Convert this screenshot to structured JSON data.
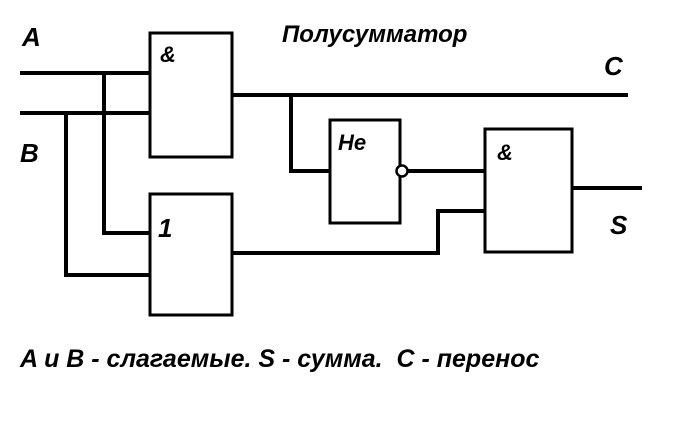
{
  "title": "Полусумматор",
  "inputs": {
    "a": "A",
    "b": "B"
  },
  "outputs": {
    "carry": "C",
    "sum": "S"
  },
  "gates": {
    "and1": "&",
    "or": "1",
    "not": "Не",
    "and2": "&"
  },
  "caption": "A и B - слагаемые. S - сумма.  C - перенос"
}
